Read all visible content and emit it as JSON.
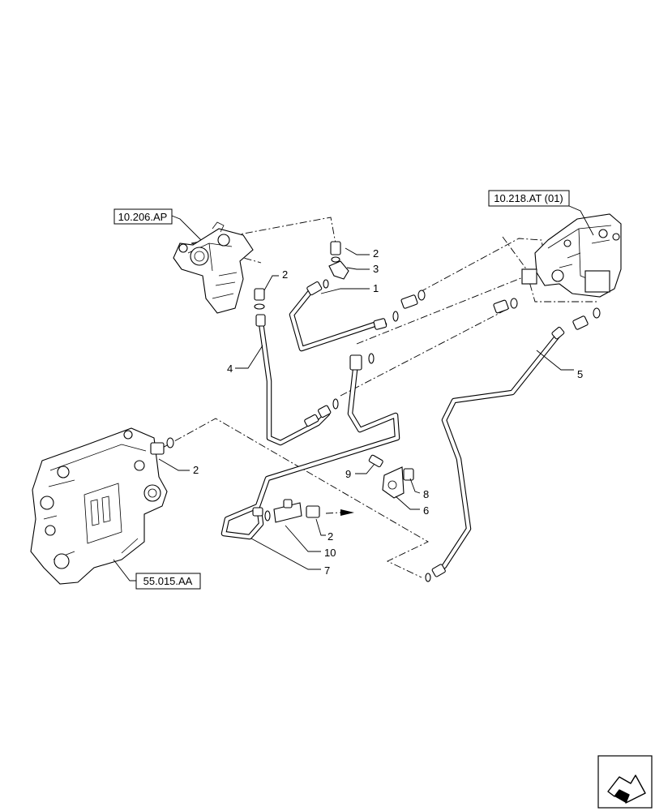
{
  "refs": {
    "pump": "10.206.AP",
    "valve": "10.218.AT (01)",
    "block": "55.015.AA"
  },
  "callouts": {
    "c2a": "2",
    "c3": "3",
    "c2b": "2",
    "c1": "1",
    "c4": "4",
    "c5": "5",
    "c2c": "2",
    "c9": "9",
    "c8": "8",
    "c6": "6",
    "c2d": "2",
    "c10": "10",
    "c7": "7"
  },
  "nav": {
    "icon": "next-page-arrow-icon"
  }
}
